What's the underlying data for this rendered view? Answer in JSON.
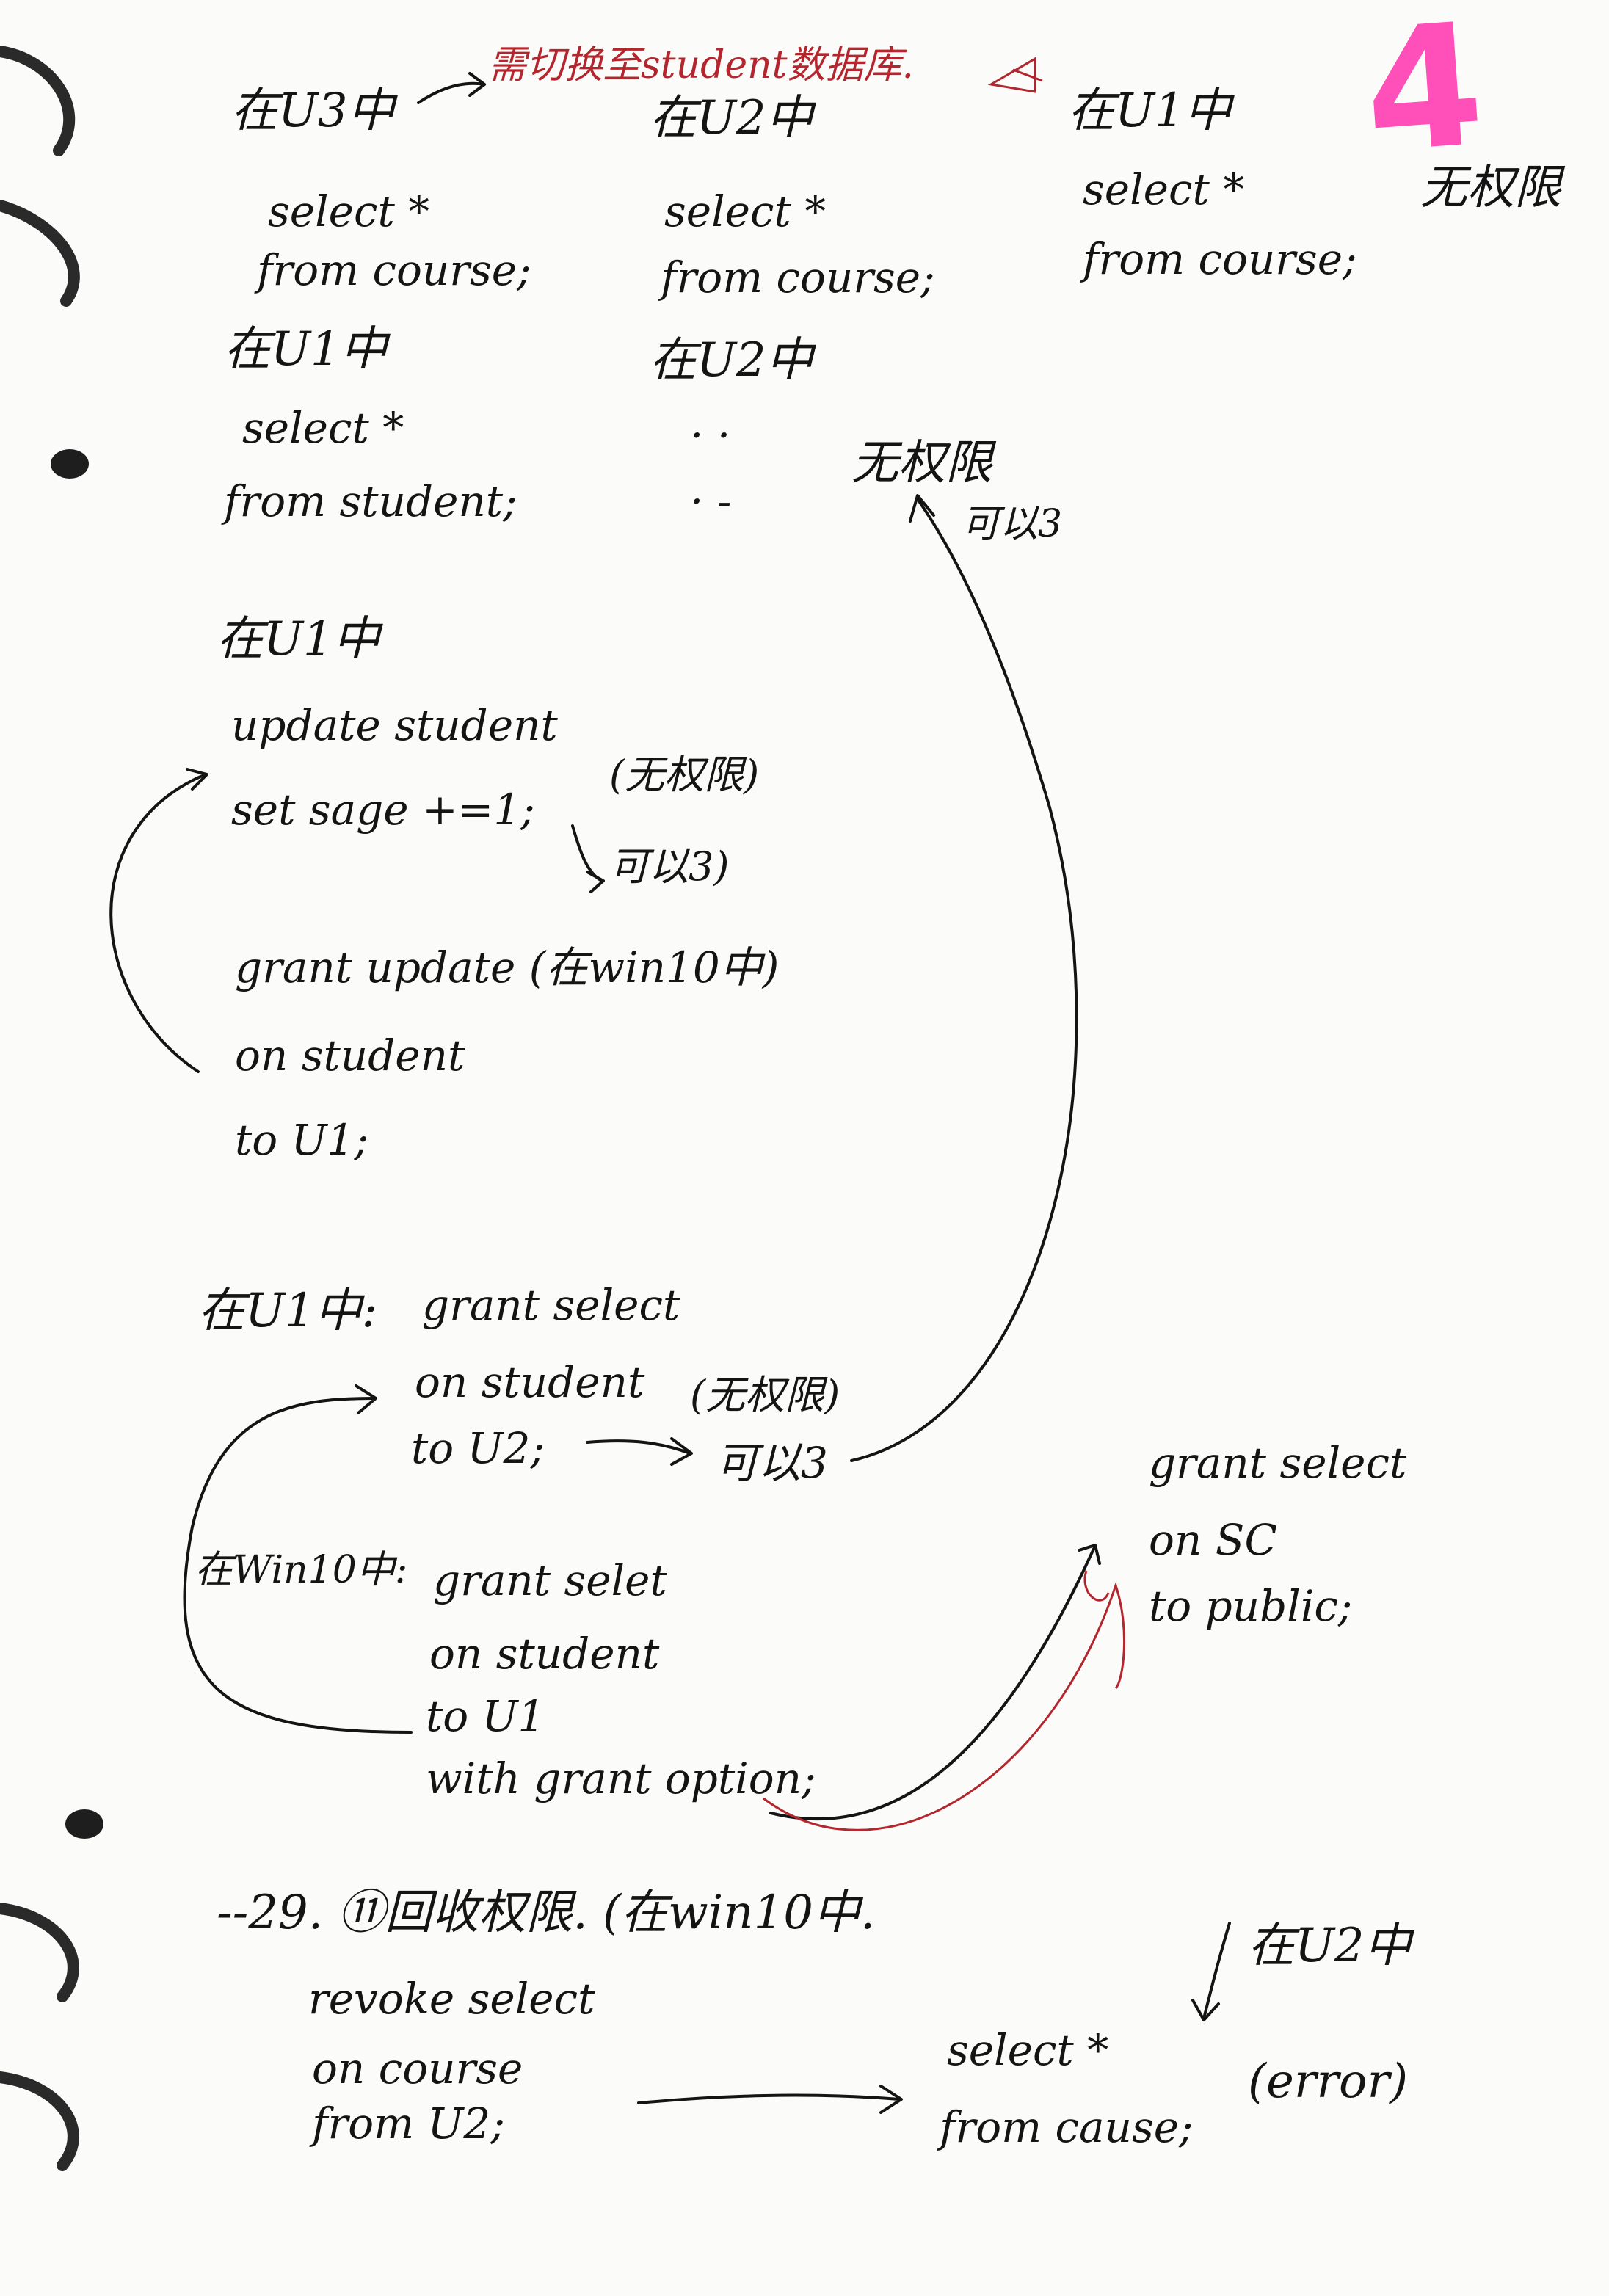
{
  "colors": {
    "ink": "#141414",
    "red_ink": "#b3262e",
    "pink_marker": "#ff4fb8",
    "paper": "#fbfbfa"
  },
  "page_number": "4",
  "top": {
    "u3": {
      "heading": "在U3中",
      "line1": "select  *",
      "line2": "from course;"
    },
    "u3_note": "需切换至student数据库.",
    "u2": {
      "heading": "在U2中",
      "line1": "select *",
      "line2": "from course;"
    },
    "u1": {
      "heading": "在U1中",
      "line1": "select  *",
      "line2": "from   course;"
    },
    "u1_result": "无权限"
  },
  "second": {
    "u1": {
      "heading": "在U1中",
      "line1": "select  *",
      "line2": "from student;"
    },
    "u2": {
      "heading": "在U2中",
      "line1": "· ·",
      "line2": "· -"
    },
    "result": "无权限",
    "result2": "可以3"
  },
  "update_block": {
    "heading": "在U1中",
    "line1": "update   student",
    "line2": "set   sage +=1;",
    "note1": "(无权限)",
    "note2": "可以3)",
    "grant1": "grant  update  (在win10中)",
    "grant2": "on   student",
    "grant3": "to   U1;"
  },
  "grant_select_block": {
    "heading": "在U1中:",
    "line1": "grant   select",
    "line2": "on student",
    "line3": "to U2;",
    "note1": "(无权限)",
    "note2": "可以3"
  },
  "win10_block": {
    "heading": "在Win10中:",
    "line1": "grant  selet",
    "line2": "on student",
    "line3": "to  U1",
    "line4": "with grant  option;"
  },
  "public_block": {
    "line1": "grant  select",
    "line2": "on  SC",
    "line3": "to public;"
  },
  "revoke_block": {
    "heading": "--29.  ⑪回收权限.  (在win10中.",
    "line1": "revoke   select",
    "line2": "on course",
    "line3": "from U2;",
    "right_heading": "在U2中",
    "right1": "select  *",
    "right2": "from   cause;",
    "right_result": "(error)"
  }
}
